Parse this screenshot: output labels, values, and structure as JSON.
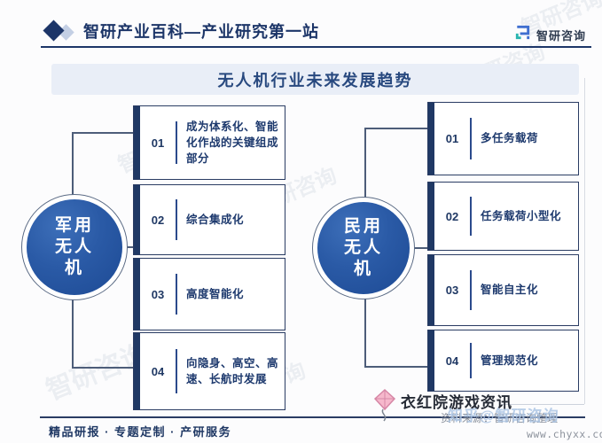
{
  "header": {
    "title": "智研产业百科—产业研究第一站",
    "logo_text": "智研咨询"
  },
  "banner": {
    "title": "无人机行业未来发展趋势"
  },
  "diagram": {
    "left": {
      "circle_label": "军用无人机",
      "circle_lines": [
        "军用",
        "无人",
        "机"
      ],
      "items": [
        {
          "num": "01",
          "text": "成为体系化、智能化作战的关键组成部分"
        },
        {
          "num": "02",
          "text": "综合集成化"
        },
        {
          "num": "03",
          "text": "高度智能化"
        },
        {
          "num": "04",
          "text": "向隐身、高空、高速、长航时发展"
        }
      ]
    },
    "right": {
      "circle_label": "民用无人机",
      "circle_lines": [
        "民用",
        "无人",
        "机"
      ],
      "items": [
        {
          "num": "01",
          "text": "多任务载荷"
        },
        {
          "num": "02",
          "text": "任务载荷小型化"
        },
        {
          "num": "03",
          "text": "智能自主化"
        },
        {
          "num": "04",
          "text": "管理规范化"
        }
      ]
    }
  },
  "footer": {
    "services": "精品研报 · 专题定制 · 产研服务",
    "source": "资料来源：智研咨询整理",
    "site": "www.chyxx.com"
  },
  "watermarks": {
    "channel": "衣红院游戏资讯",
    "zhihu": "知乎@智研咨询",
    "brand": "智研咨询"
  },
  "colors": {
    "navy": "#1f3864",
    "circle_blue": "#2a5aa6",
    "banner_bg": "#e9eef7",
    "kite_pink": "#f6b8cc",
    "watermark_gray": "#9aa7bd"
  }
}
